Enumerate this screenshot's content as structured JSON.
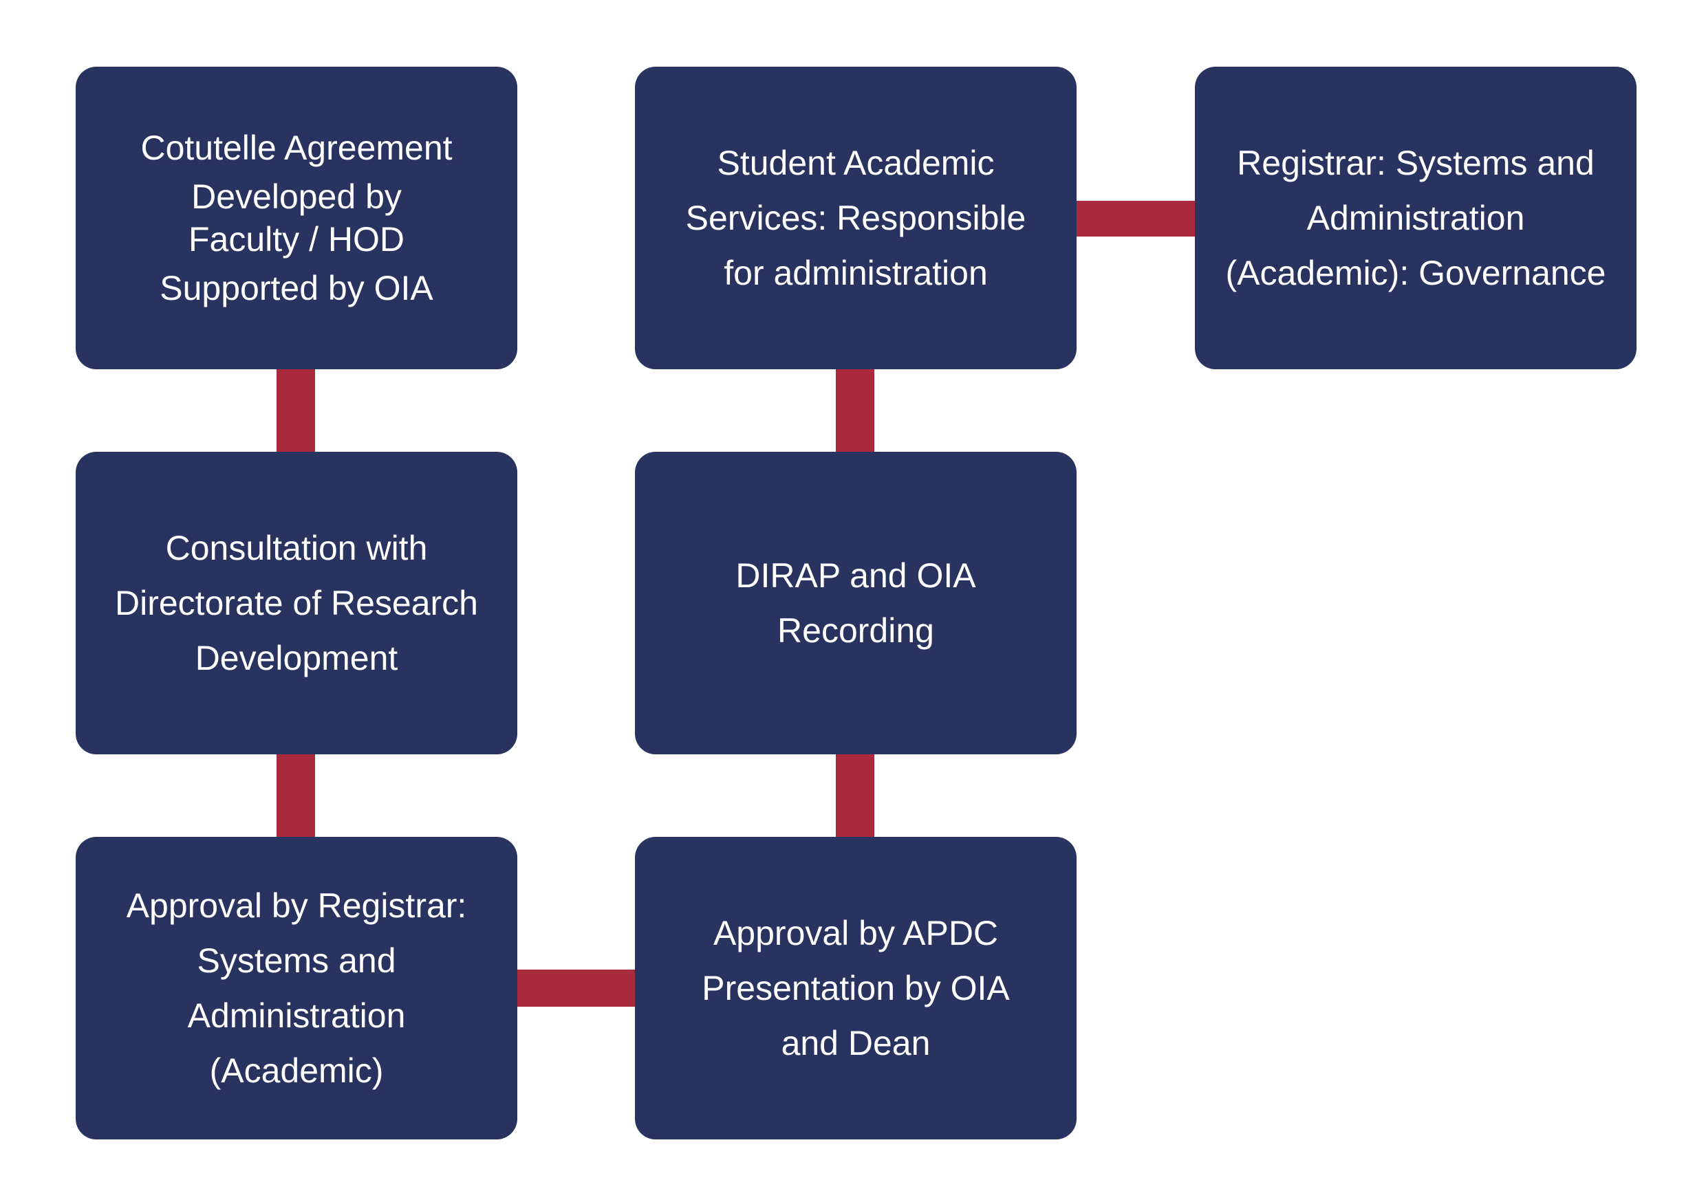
{
  "diagram": {
    "colors": {
      "box_fill": "#283360",
      "box_text": "#ffffff",
      "connector": "#a82a3c",
      "background": "#ffffff"
    },
    "boxes": [
      {
        "id": "cotutelle-agreement",
        "lines": [
          "Cotutelle Agreement",
          "Developed by",
          "Faculty / HOD",
          "Supported by OIA"
        ]
      },
      {
        "id": "consultation-research",
        "lines": [
          "Consultation with",
          "Directorate of Research",
          "Development"
        ]
      },
      {
        "id": "approval-registrar",
        "lines": [
          "Approval by Registrar:",
          "Systems and",
          "Administration",
          "(Academic)"
        ]
      },
      {
        "id": "approval-apdc",
        "lines": [
          "Approval by APDC",
          "Presentation by OIA",
          "and Dean"
        ]
      },
      {
        "id": "dirap-oia-recording",
        "lines": [
          "DIRAP and OIA",
          "Recording"
        ]
      },
      {
        "id": "student-academic-services",
        "lines": [
          "Student Academic",
          "Services: Responsible",
          "for administration"
        ]
      },
      {
        "id": "registrar-governance",
        "lines": [
          "Registrar: Systems and",
          "Administration",
          "(Academic): Governance"
        ]
      }
    ],
    "connections": [
      [
        "cotutelle-agreement",
        "consultation-research"
      ],
      [
        "consultation-research",
        "approval-registrar"
      ],
      [
        "approval-registrar",
        "approval-apdc"
      ],
      [
        "approval-apdc",
        "dirap-oia-recording"
      ],
      [
        "dirap-oia-recording",
        "student-academic-services"
      ],
      [
        "student-academic-services",
        "registrar-governance"
      ]
    ]
  }
}
